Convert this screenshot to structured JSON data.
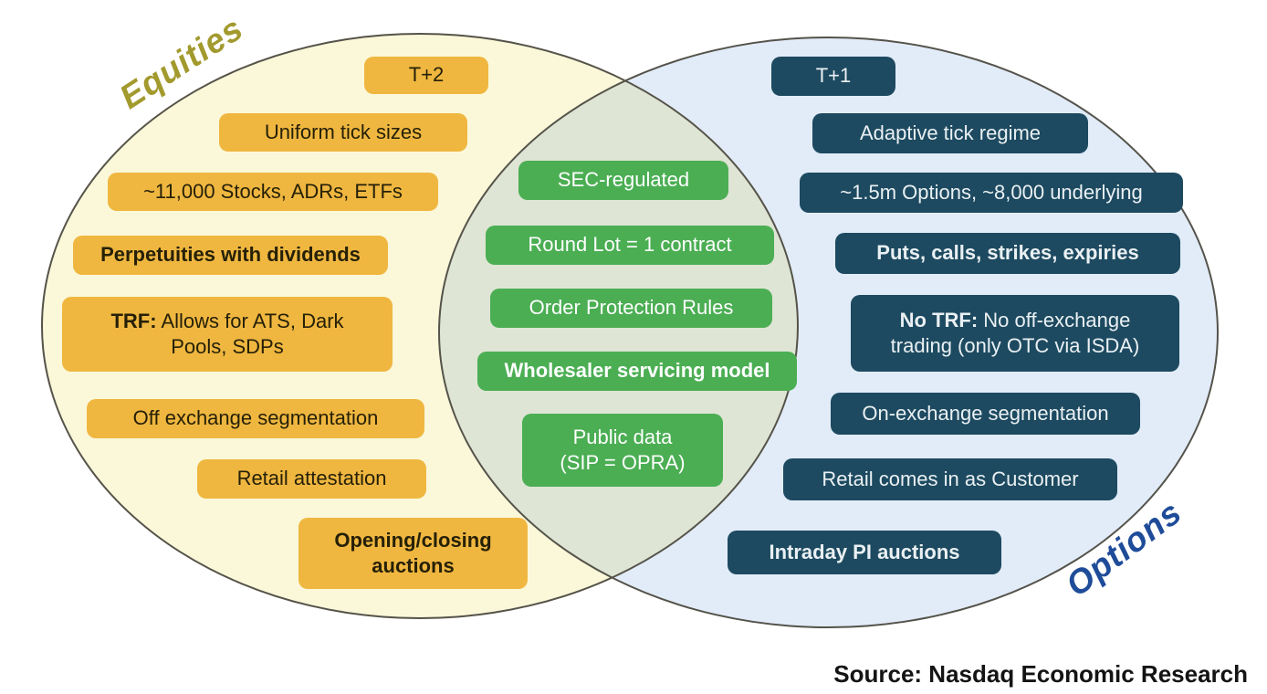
{
  "diagram": {
    "type": "venn",
    "source_caption": "Source: Nasdaq Economic Research",
    "colors": {
      "equities_fill": "#FBF8D9",
      "options_fill": "#E2ECF9",
      "equities_box": "#EFB740",
      "shared_box": "#4BAE53",
      "options_box": "#1D4A60",
      "equities_title": "#A39A2E",
      "options_title": "#1F4C99",
      "outline": "#55534A"
    },
    "equities": {
      "title": "Equities",
      "items": [
        {
          "name": "t-plus-2",
          "text": "T+2"
        },
        {
          "name": "uniform-tick-sizes",
          "text": "Uniform tick sizes"
        },
        {
          "name": "stocks-adrs-etfs",
          "text": "~11,000 Stocks, ADRs, ETFs"
        },
        {
          "name": "perpetuities-with-dividends",
          "text": "Perpetuities with dividends",
          "bold": true
        },
        {
          "name": "trf-allows",
          "bold_prefix": "TRF:",
          "text": " Allows for ATS, Dark\nPools, SDPs"
        },
        {
          "name": "off-exchange-segmentation",
          "text": "Off exchange segmentation"
        },
        {
          "name": "retail-attestation",
          "text": "Retail attestation"
        },
        {
          "name": "opening-closing-auctions",
          "text": "Opening/closing\nauctions",
          "bold": true
        }
      ]
    },
    "shared": {
      "items": [
        {
          "name": "sec-regulated",
          "text": "SEC-regulated"
        },
        {
          "name": "round-lot-one-contract",
          "text": "Round Lot = 1 contract"
        },
        {
          "name": "order-protection-rules",
          "text": "Order Protection Rules"
        },
        {
          "name": "wholesaler-servicing-model",
          "text": "Wholesaler servicing model",
          "bold": true
        },
        {
          "name": "public-data-sip-opra",
          "text": "Public data\n(SIP = OPRA)"
        }
      ]
    },
    "options": {
      "title": "Options",
      "items": [
        {
          "name": "t-plus-1",
          "text": "T+1"
        },
        {
          "name": "adaptive-tick-regime",
          "text": "Adaptive tick regime"
        },
        {
          "name": "options-underlying-counts",
          "text": "~1.5m Options, ~8,000 underlying"
        },
        {
          "name": "puts-calls-strikes-expiries",
          "text": "Puts, calls, strikes, expiries",
          "bold": true
        },
        {
          "name": "no-trf",
          "bold_prefix": "No TRF:",
          "text": " No off-exchange\ntrading (only OTC via ISDA)"
        },
        {
          "name": "on-exchange-segmentation",
          "text": "On-exchange segmentation"
        },
        {
          "name": "retail-comes-in-as-customer",
          "text": "Retail comes in as Customer"
        },
        {
          "name": "intraday-pi-auctions",
          "text": "Intraday PI auctions",
          "bold": true
        }
      ]
    }
  }
}
